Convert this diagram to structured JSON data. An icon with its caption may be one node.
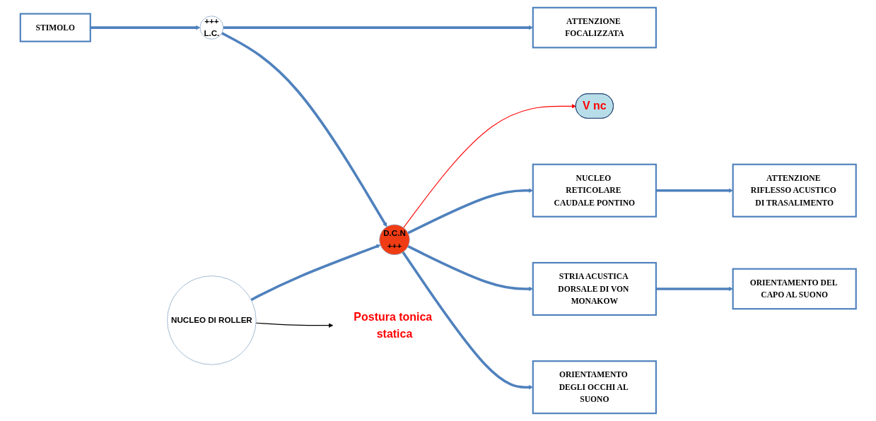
{
  "diagram": {
    "nodes": [
      {
        "text": [
          "STIMOLO"
        ]
      },
      {
        "text": [
          "+++",
          "L.C."
        ]
      },
      {
        "text": [
          "ATTENZIONE FOCALIZZATA"
        ]
      },
      {
        "text": [
          "V nc"
        ]
      },
      {
        "text": [
          "D.C.N",
          "+++"
        ]
      },
      {
        "text": [
          "NUCLEO RETICOLARE CAUDALE PONTINO"
        ]
      },
      {
        "text": [
          "ATTENZIONE RIFLESSO ACUSTICO DI TRASALIMENTO"
        ]
      },
      {
        "text": [
          "STRIA ACUSTICA DORSALE DI VON MONAKOW"
        ]
      },
      {
        "text": [
          "ORIENTAMENTO DEL CAPO AL SUONO"
        ]
      },
      {
        "text": [
          "NUCLEO DI ROLLER"
        ]
      },
      {
        "text": [
          "ORIENTAMENTO DEGLI OCCHI AL SUONO"
        ]
      },
      {
        "text": [
          "Postura tonica statica"
        ]
      }
    ],
    "edges": [
      {
        "from": 0,
        "to": 1,
        "arrow": "to"
      },
      {
        "from": 1,
        "to": 2,
        "arrow": "to"
      },
      {
        "from": 1,
        "to": 4,
        "arrow": "to"
      },
      {
        "from": 4,
        "to": 3,
        "arrow": "to",
        "color": "#ff0000"
      },
      {
        "from": 4,
        "to": 5,
        "arrow": "to"
      },
      {
        "from": 5,
        "to": 6,
        "arrow": "to"
      },
      {
        "from": 4,
        "to": 7,
        "arrow": "to"
      },
      {
        "from": 7,
        "to": 8,
        "arrow": "to"
      },
      {
        "from": 9,
        "to": 4,
        "arrow": "to"
      },
      {
        "from": 4,
        "to": 10,
        "arrow": "to"
      },
      {
        "from": 9,
        "to": 11,
        "arrow": "to",
        "color": "#000000"
      }
    ]
  }
}
